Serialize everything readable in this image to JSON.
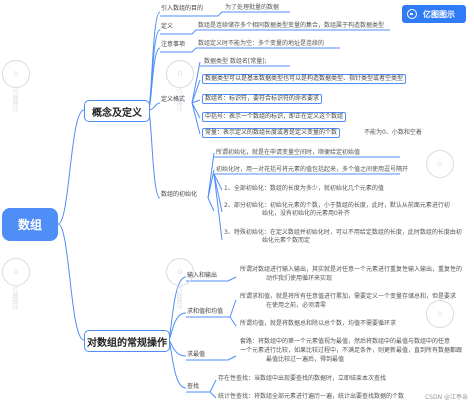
{
  "brand": {
    "name": "亿图图示",
    "watermark_mark": "D",
    "watermark_text": "亿图图示"
  },
  "root": {
    "label": "数组"
  },
  "branch1": {
    "label": "概念及定义",
    "purpose": {
      "label": "引入数组的目的",
      "desc": "为了处理批量的数据"
    },
    "definition": {
      "label": "定义",
      "desc": "数组是连续储存多个相同数据类型变量的集合，数组属于构造数据类型"
    },
    "notes": {
      "label": "注意事项",
      "desc": "数组定义时不能为空：多个变量的地址是连续的"
    },
    "format": {
      "label": "定义格式",
      "header": "数据类型  数组名[常量];",
      "items": [
        "数据类型可以是基本数据类型也可以是构造数据类型、指针类型或者空类型",
        "数组名：标识符，要符合标识符的命名要求",
        "中括号：表示一个数组的标识，即正在定义这个数组",
        "常量：表示定义的数组长度或者是定义变量的个数"
      ],
      "side_note": "不能为0、小数和空着"
    },
    "init": {
      "label": "数组的初始化",
      "intro": "所谓初始化，就是在申请变量空间时，顺便给定初始值",
      "note": "初始化时，用一对花括号将元素的值包括起来，多个值之间使用逗号隔开",
      "methods": [
        "1、全部初始化：数组的长度为多少，就初始化几个元素的值",
        [
          "2、部分初始化：初始化元素的个数，小于数组的长度，此时，默认从前面元素进行初",
          "始化，没有初始化的元素用0补齐"
        ],
        [
          "3、特殊初始化：在定义数组并初始化时，可以不用给定数组的长度，此时数组的长度由初",
          "始化元素个数而定"
        ]
      ]
    }
  },
  "branch2": {
    "label": "对数组的常规操作",
    "io": {
      "label": "输入和输出",
      "desc": [
        "所谓对数组进行输入输出，其实就是对任意一个元素进行重复性输入输出，重复性的",
        "动作我们使用循环来实现"
      ]
    },
    "sum": {
      "label": "求和值和均值",
      "sum_desc": [
        "所谓求和值，就是将所有任意值进行累加，需要定义一个变量存储总和，但是要求",
        "在使用之前，必须清零"
      ],
      "avg_desc": "所谓均值，就是将数据总和除以总个数，均值不需要循环求"
    },
    "max": {
      "label": "求最值",
      "desc": [
        "套路：将数组中的第一个元素值视为最值，然后将数组中的最值与数组中的任意",
        "一个元素进行比较，如果比较过程中，不满足条件，则更新最值，直到所有数据都跟",
        "最值比较过一遍后，得到最值"
      ]
    },
    "search": {
      "label": "查找",
      "exist_desc": "存在性查找：当数组中出现要查找的数据时，立即结束本次查找",
      "stat_desc": "统计性查找：将数组全部元素进行遍历一遍，统计出要查找数据的个数"
    }
  },
  "watermark": "CSDN @江亭亲"
}
